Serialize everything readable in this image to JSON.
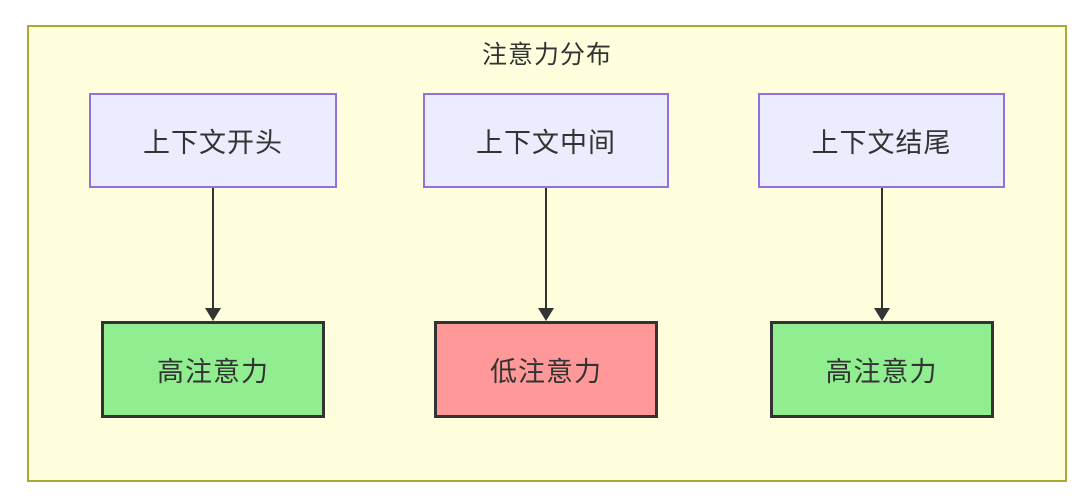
{
  "diagram": {
    "title": "注意力分布",
    "columns": [
      {
        "source": {
          "label": "上下文开头"
        },
        "target": {
          "label": "高注意力",
          "level": "high",
          "fill": "#90EE90"
        }
      },
      {
        "source": {
          "label": "上下文中间"
        },
        "target": {
          "label": "低注意力",
          "level": "low",
          "fill": "#FF9999"
        }
      },
      {
        "source": {
          "label": "上下文结尾"
        },
        "target": {
          "label": "高注意力",
          "level": "high",
          "fill": "#90EE90"
        }
      }
    ],
    "colors": {
      "container_fill": "#FFFFDE",
      "container_border": "#AAAA33",
      "source_fill": "#ECECFF",
      "source_border": "#9370DB",
      "target_border": "#333333",
      "high_attention_fill": "#90EE90",
      "low_attention_fill": "#FF9999",
      "arrow": "#333333",
      "text": "#333333"
    }
  }
}
